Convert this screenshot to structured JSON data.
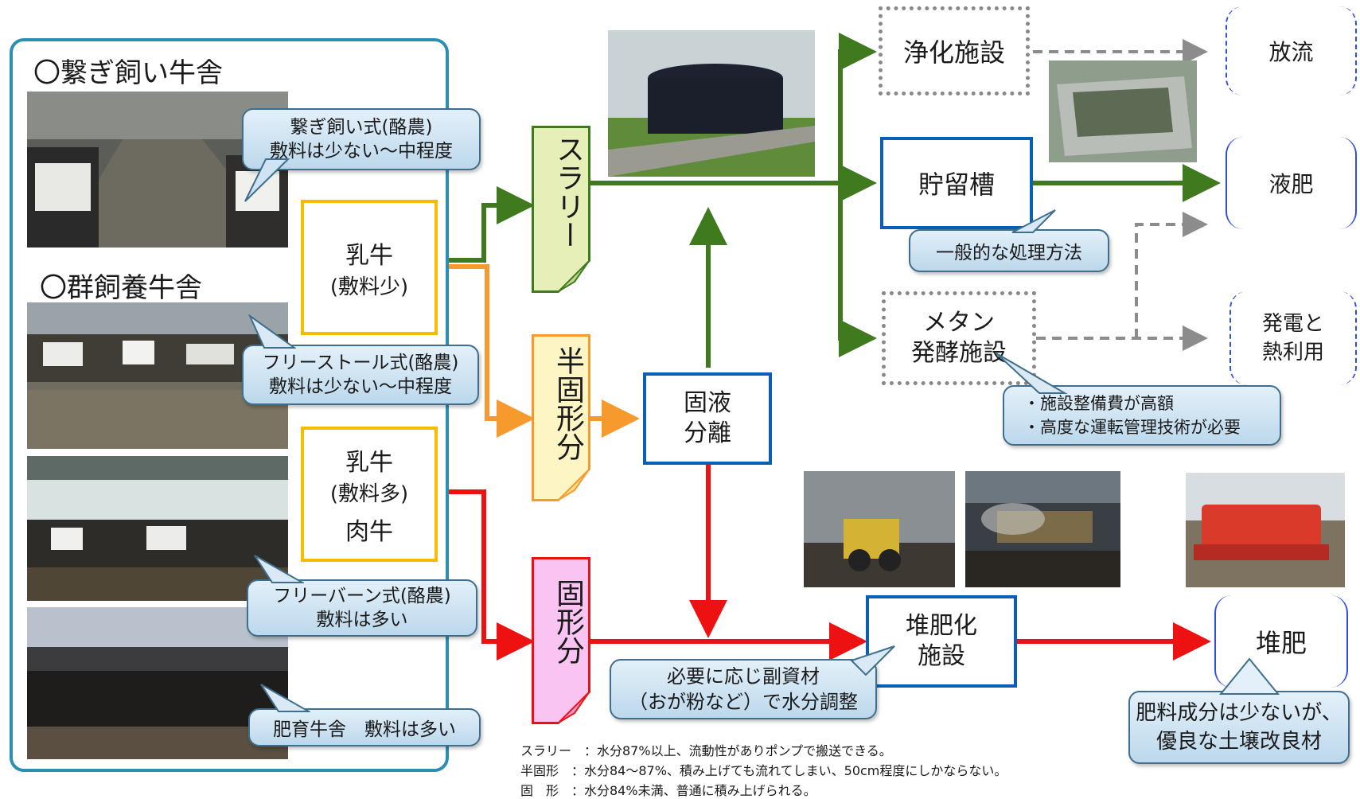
{
  "left_panel": {
    "heading_tethered": "〇繋ぎ飼い牛舎",
    "heading_group": "〇群飼養牛舎"
  },
  "callouts": {
    "tie_stall": [
      "繋ぎ飼い式(酪農)",
      "敷料は少ない～中程度"
    ],
    "free_stall": [
      "フリーストール式(酪農)",
      "敷料は少ない～中程度"
    ],
    "free_barn": [
      "フリーバーン式(酪農)",
      "敷料は多い"
    ],
    "fattening": [
      "肥育牛舎　敷料は多い"
    ],
    "storage_tank": [
      "一般的な処理方法"
    ],
    "methane": [
      "・施設整備費が高額",
      "・高度な運転管理技術が必要"
    ],
    "moisture": [
      "必要に応じ副資材",
      "（おが粉など）で水分調整"
    ],
    "compost_note": [
      "肥料成分は少ないが、",
      "優良な土壌改良材"
    ]
  },
  "cattle_boxes": {
    "dairy_low": {
      "line1": "乳牛",
      "line2": "(敷料少)"
    },
    "dairy_high": {
      "line1": "乳牛",
      "line2": "(敷料多)",
      "line3": "肉牛"
    }
  },
  "manure_types": {
    "slurry": "スラリー",
    "semi_solid": "半固形分",
    "solid": "固形分"
  },
  "processes": {
    "separation": [
      "固液",
      "分離"
    ],
    "purification": "浄化施設",
    "storage": "貯留槽",
    "methane": [
      "メタン",
      "発酵施設"
    ],
    "composting": [
      "堆肥化",
      "施設"
    ]
  },
  "outputs": {
    "discharge": "放流",
    "liquid_fertilizer": "液肥",
    "power_heat": [
      "発電と",
      "熱利用"
    ],
    "compost": "堆肥"
  },
  "notes": [
    "スラリー　：水分87%以上、流動性がありポンプで搬送できる。",
    "半固形　：水分84～87%、積み上げても流れてしまい、50cm程度にしかならない。",
    "固　形　：水分84%未満、普通に積み上げられる。"
  ],
  "colors": {
    "green": "#3f7a1f",
    "orange": "#f79a2e",
    "red": "#ee1111",
    "gray": "#8c8c8c",
    "blue": "#0a5fb4",
    "yellow": "#f5bc00",
    "panel": "#2b8fb3"
  }
}
